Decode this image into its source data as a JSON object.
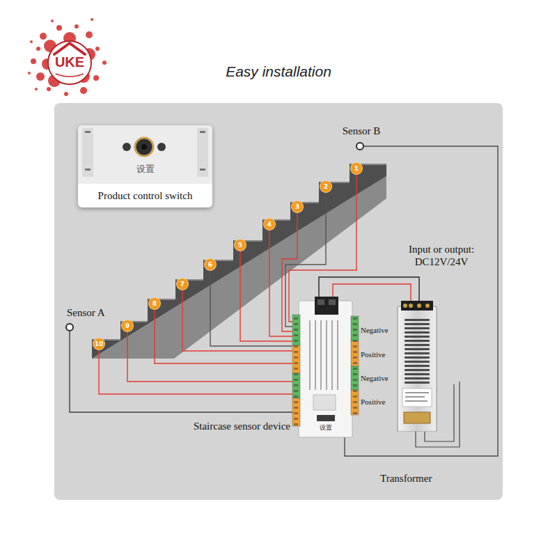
{
  "diagram": {
    "title": "Easy installation",
    "nodes": [
      {
        "text": [
          "设置",
          "Product control switch"
        ]
      },
      {
        "text": [
          "Sensor B"
        ]
      },
      {
        "text": [
          "Sensor A"
        ]
      },
      {
        "text": [
          "设置",
          "Staircase sensor device"
        ]
      },
      {
        "text": [
          "Transformer"
        ]
      }
    ],
    "edges": [
      {
        "from": 1,
        "to": 3,
        "arrow": "none"
      },
      {
        "from": 2,
        "to": 3,
        "arrow": "none"
      },
      {
        "from": 3,
        "to": 4,
        "arrow": "none"
      },
      {
        "from": 3,
        "to": 4,
        "arrow": "none"
      }
    ],
    "labels": [
      "UKE",
      "1",
      "2",
      "3",
      "4",
      "5",
      "6",
      "7",
      "8",
      "9",
      "10",
      "Input or output: DC12V/24V",
      "Negative",
      "Positive",
      "Negative",
      "Positive"
    ]
  }
}
